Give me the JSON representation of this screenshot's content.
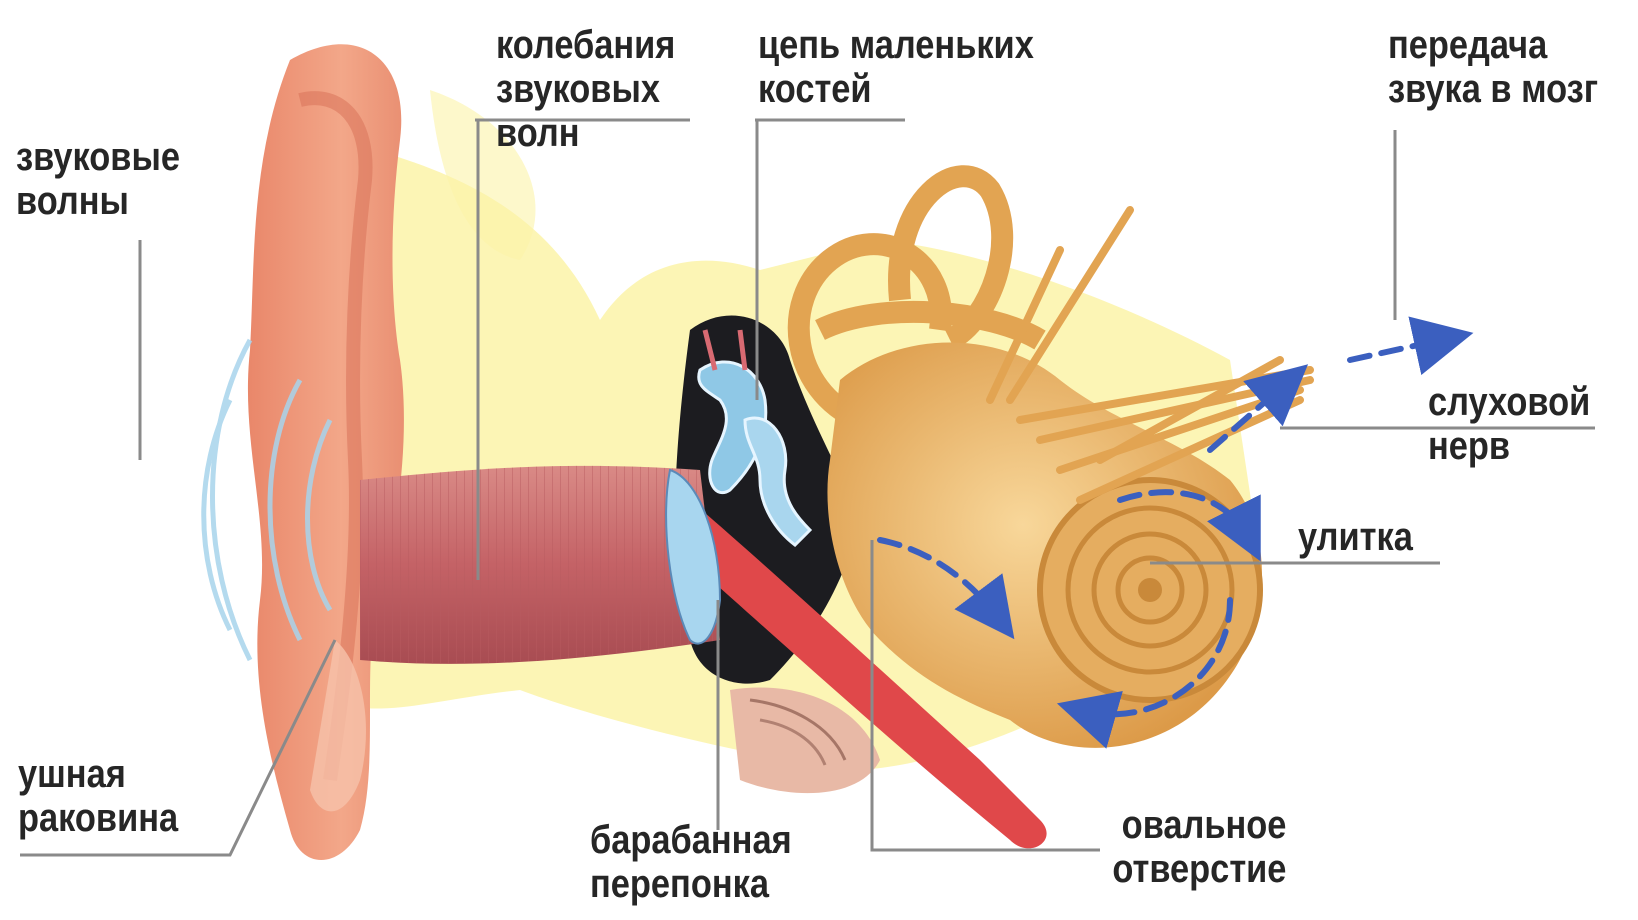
{
  "labels": {
    "sound_waves": {
      "line1": "звуковые",
      "line2": "волны"
    },
    "wave_oscillations": {
      "line1": "колебания",
      "line2": "звуковых",
      "line3": "волн"
    },
    "ossicles_chain": {
      "line1": "цепь маленьких",
      "line2": "костей"
    },
    "to_brain": {
      "line1": "передача",
      "line2": "звука в мозг"
    },
    "auditory_nerve": {
      "line1": "слуховой",
      "line2": "нерв"
    },
    "cochlea": {
      "line1": "улитка"
    },
    "oval_window": {
      "line1": "овальное",
      "line2": "отверстие"
    },
    "eardrum": {
      "line1": "барабанная",
      "line2": "перепонка"
    },
    "auricle": {
      "line1": "ушная",
      "line2": "раковина"
    }
  },
  "colors": {
    "skin": "#e8896a",
    "skin_light": "#f4b59a",
    "canal": "#c8686a",
    "halo": "#fbf3a8",
    "inner_ear": "#e2a452",
    "dark_cavity": "#1c1c20",
    "ossicles": "#8fc8e6",
    "flow_arrow": "#3b5fbf",
    "leader_line": "#8a8a8a",
    "label_text": "#262626"
  }
}
